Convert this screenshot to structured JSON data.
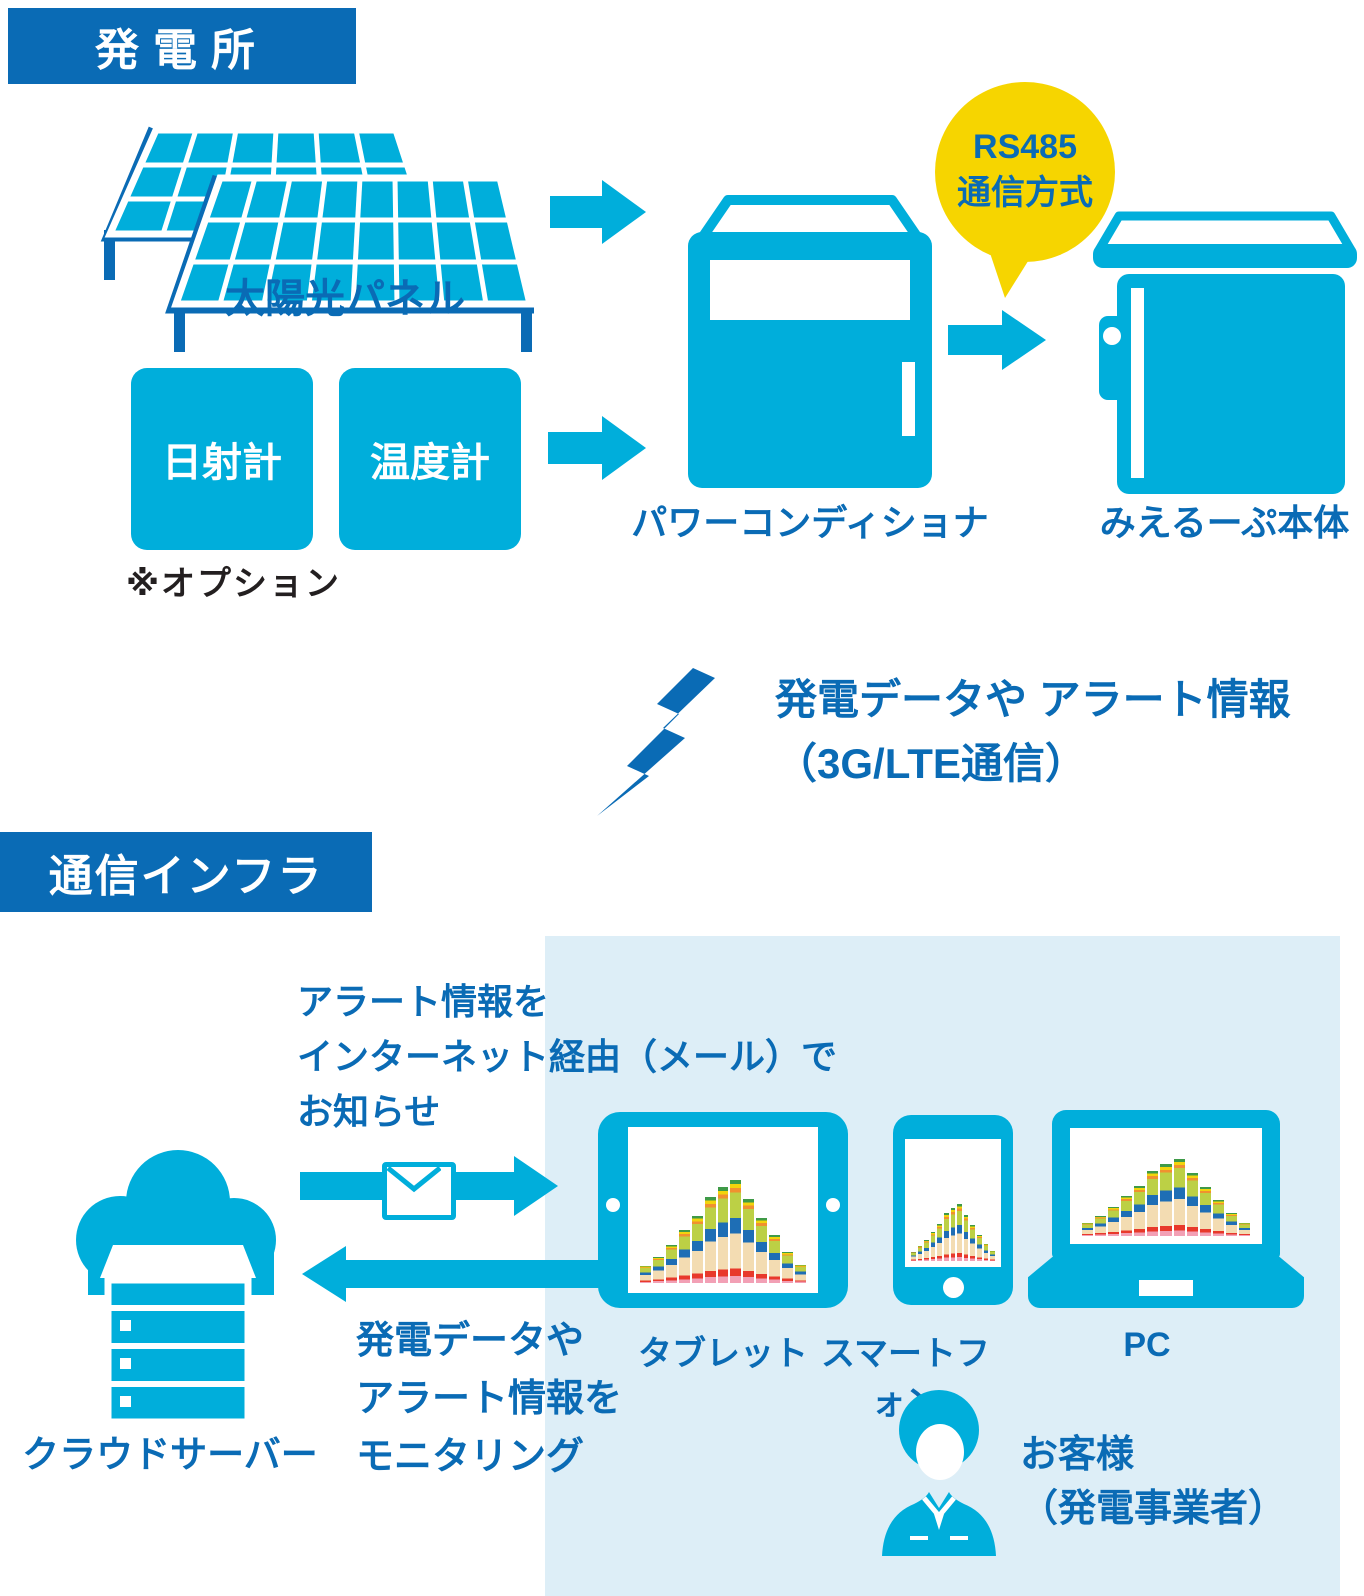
{
  "colors": {
    "cyan": "#00aedb",
    "blue": "#0a6bb5",
    "yellow": "#f6d500",
    "panel_background": "#ddeef7",
    "note_dark": "#231f20",
    "white": "#ffffff"
  },
  "plant": {
    "title": "発電所",
    "solar_panel_label": "太陽光パネル",
    "sensor_boxes": [
      "日射計",
      "温度計"
    ],
    "option_note": "※オプション",
    "power_conditioner_label": "パワーコンディショナ",
    "main_unit_label": "みえるーぷ本体",
    "bubble": {
      "line1": "RS485",
      "line2": "通信方式"
    }
  },
  "link": {
    "line1": "発電データや アラート情報",
    "line2": "（3G/LTE通信）"
  },
  "infra": {
    "title": "通信インフラ",
    "alert_note": {
      "line1": "アラート情報を",
      "line2": "インターネット経由（メール）で",
      "line3": "お知らせ"
    },
    "cloud_label": "クラウドサーバー",
    "monitor_note": {
      "line1": "発電データや",
      "line2": "アラート情報を",
      "line3": "モニタリング"
    },
    "devices": {
      "tablet": "タブレット",
      "smartphone": "スマートフォン",
      "pc": "PC"
    },
    "customer": {
      "line1": "お客様",
      "line2": "（発電事業者）"
    }
  },
  "icons": {
    "solar-panel-icon": "two tilted solar arrays with grid cells",
    "pyranometer-box": "cyan rounded square",
    "thermometer-box": "cyan rounded square",
    "power-conditioner-icon": "cyan cabinet with white vent band",
    "mieruupu-device-icon": "cyan box with lid and latch",
    "speech-bubble-icon": "yellow balloon with tail",
    "lightning-icon": "blue lightning bolt",
    "cloud-server-icon": "cyan cloud with server rack",
    "envelope-icon": "white mail envelope",
    "tablet-icon": "tablet with bar graph screen",
    "smartphone-icon": "smartphone with bar graph screen",
    "laptop-icon": "laptop with bar graph screen",
    "person-icon": "customer bust silhouette",
    "arrow-icon": "cyan block arrows"
  },
  "device_chart": {
    "type": "bar",
    "description": "decorative stacked generation graph shown on device screens",
    "values": [
      14,
      22,
      32,
      44,
      56,
      72,
      80,
      86,
      70,
      54,
      40,
      26,
      15
    ],
    "segments": [
      {
        "color": "#f2a0b5",
        "pct": 7
      },
      {
        "color": "#e8392b",
        "pct": 7
      },
      {
        "color": "#f3dcb2",
        "pct": 34
      },
      {
        "color": "#1e6eb5",
        "pct": 15
      },
      {
        "color": "#bcd045",
        "pct": 25
      },
      {
        "color": "#f0912f",
        "pct": 4
      },
      {
        "color": "#f2d40c",
        "pct": 4
      },
      {
        "color": "#3f9a47",
        "pct": 4
      }
    ]
  }
}
